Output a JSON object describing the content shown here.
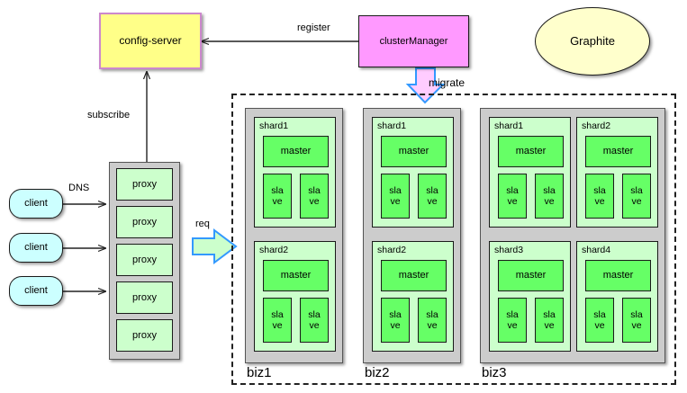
{
  "diagram": {
    "title_nodes": {
      "config_server": "config-server",
      "cluster_manager": "clusterManager",
      "graphite": "Graphite"
    },
    "edge_labels": {
      "register": "register",
      "subscribe": "subscribe",
      "migrate": "migrate",
      "dns": "DNS",
      "req": "req"
    },
    "clients": [
      {
        "label": "client"
      },
      {
        "label": "client"
      },
      {
        "label": "client"
      }
    ],
    "proxies": [
      {
        "label": "proxy"
      },
      {
        "label": "proxy"
      },
      {
        "label": "proxy"
      },
      {
        "label": "proxy"
      },
      {
        "label": "proxy"
      }
    ],
    "shard_parts": {
      "master": "master",
      "slave": "slave"
    },
    "biz_clusters": [
      {
        "name": "biz1",
        "layout": "1-column",
        "shards": [
          {
            "name": "shard1",
            "master": "master",
            "slaves": [
              "slave",
              "slave"
            ]
          },
          {
            "name": "shard2",
            "master": "master",
            "slaves": [
              "slave",
              "slave"
            ]
          }
        ]
      },
      {
        "name": "biz2",
        "layout": "1-column",
        "shards": [
          {
            "name": "shard1",
            "master": "master",
            "slaves": [
              "slave",
              "slave"
            ]
          },
          {
            "name": "shard2",
            "master": "master",
            "slaves": [
              "slave",
              "slave"
            ]
          }
        ]
      },
      {
        "name": "biz3",
        "layout": "2-column",
        "shards": [
          {
            "name": "shard1",
            "master": "master",
            "slaves": [
              "slave",
              "slave"
            ]
          },
          {
            "name": "shard2",
            "master": "master",
            "slaves": [
              "slave",
              "slave"
            ]
          },
          {
            "name": "shard3",
            "master": "master",
            "slaves": [
              "slave",
              "slave"
            ]
          },
          {
            "name": "shard4",
            "master": "master",
            "slaves": [
              "slave",
              "slave"
            ]
          }
        ]
      }
    ],
    "colors": {
      "config_server_fill": "#ffff88",
      "config_server_stroke": "#cc88cc",
      "cluster_manager_fill": "#ff99ff",
      "graphite_fill": "#ffffcc",
      "client_fill": "#ccffff",
      "proxy_fill": "#ccffcc",
      "shard_fill": "#ccffcc",
      "node_fill": "#66ff66",
      "container_fill": "#cccccc",
      "arrow_outline": "#3399ff",
      "line": "#222222"
    }
  }
}
